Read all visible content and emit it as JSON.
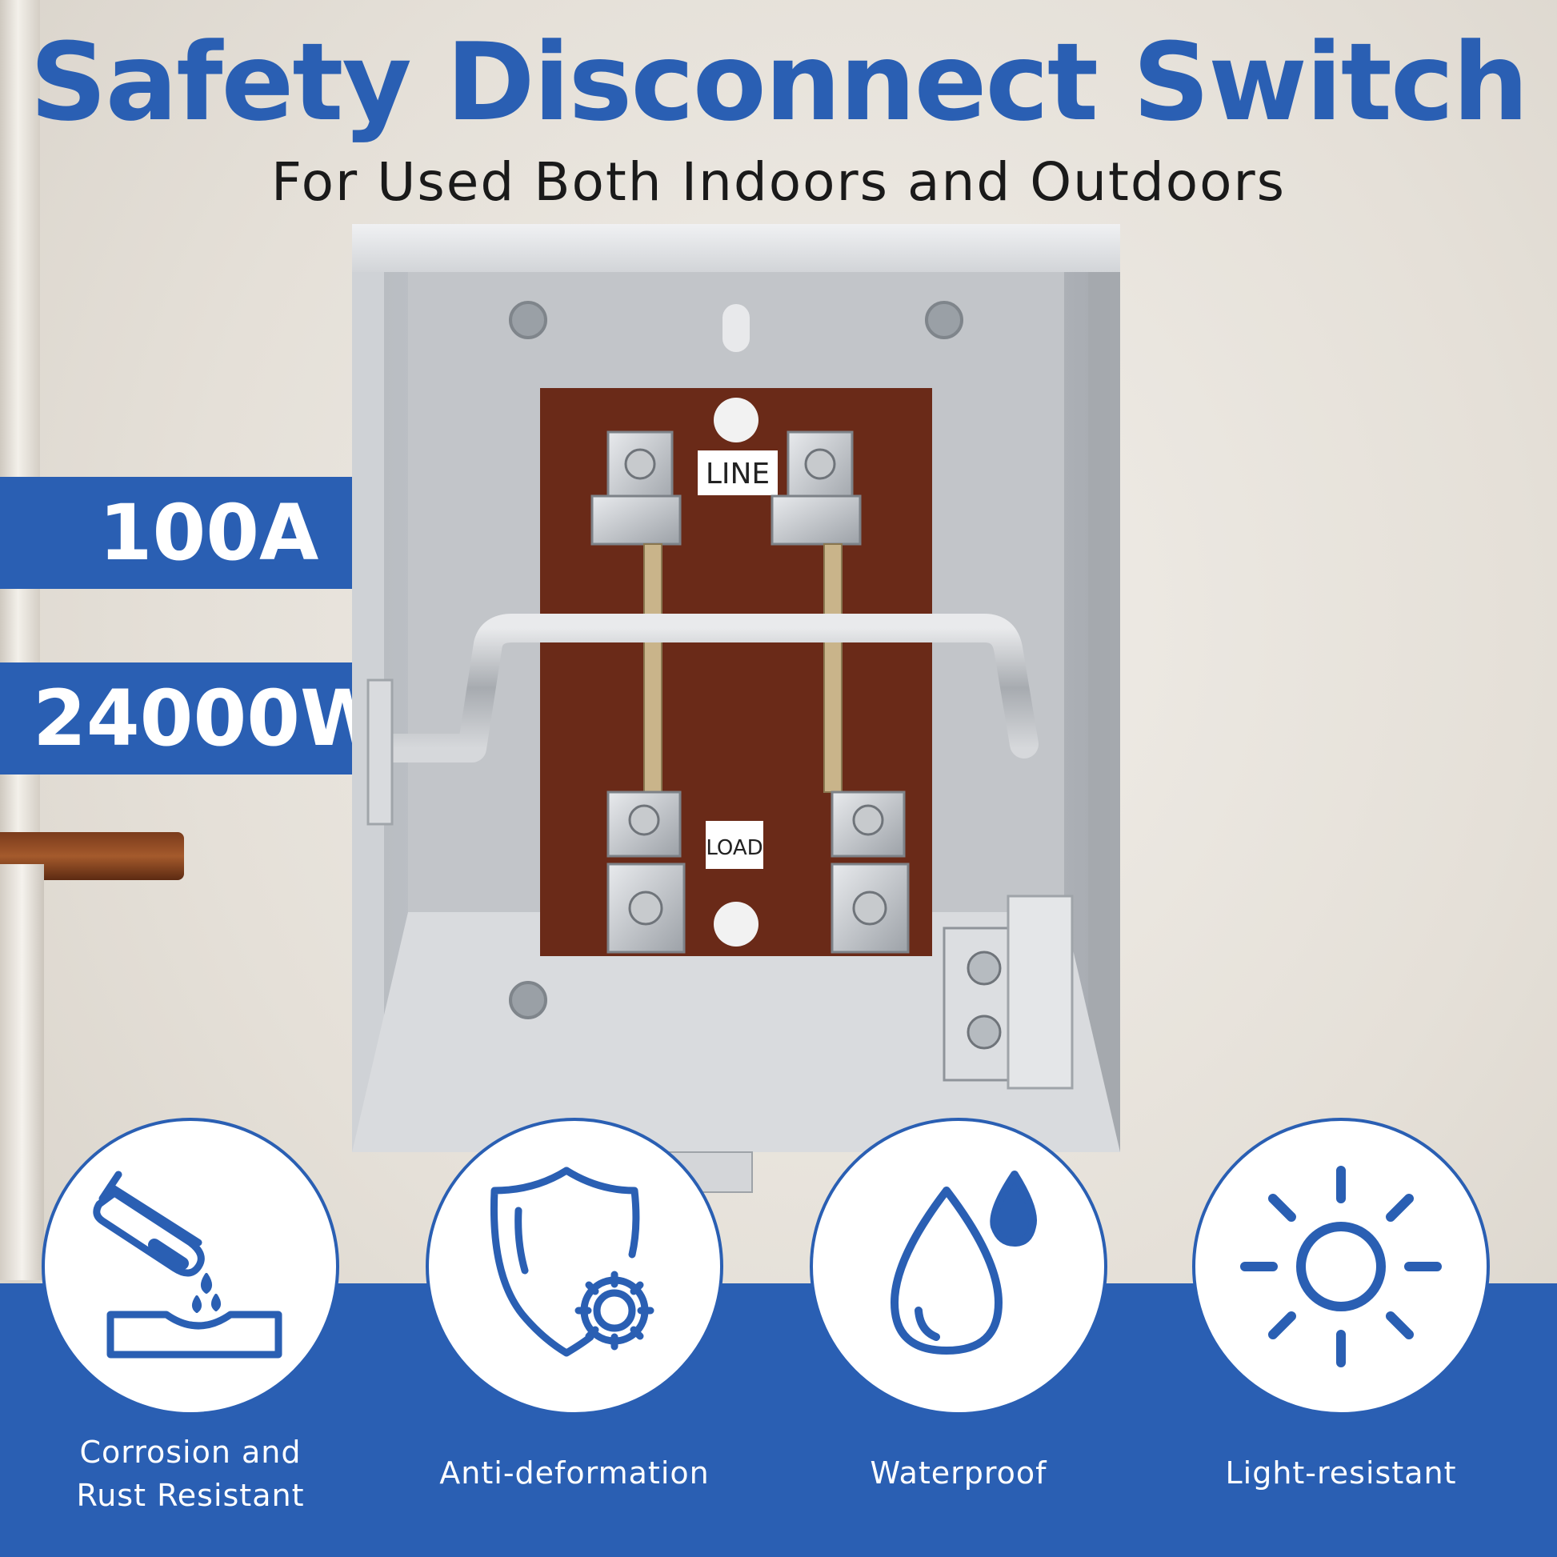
{
  "header": {
    "title": "Safety Disconnect Switch",
    "subtitle": "For Used Both Indoors and Outdoors"
  },
  "specs": {
    "current": "100A",
    "power": "24000W"
  },
  "product": {
    "line_label": "LINE",
    "load_label": "LOAD"
  },
  "features": [
    {
      "label_line1": "Corrosion and",
      "label_line2": "Rust Resistant",
      "icon": "corrosion-icon"
    },
    {
      "label": "Anti-deformation",
      "icon": "shield-gear-icon"
    },
    {
      "label": "Waterproof",
      "icon": "water-drop-icon"
    },
    {
      "label": "Light-resistant",
      "icon": "sun-icon"
    }
  ],
  "colors": {
    "brand_blue": "#2a5fb3",
    "panel_brown": "#6a2a18",
    "enclosure_gray": "#c9ccd0"
  }
}
